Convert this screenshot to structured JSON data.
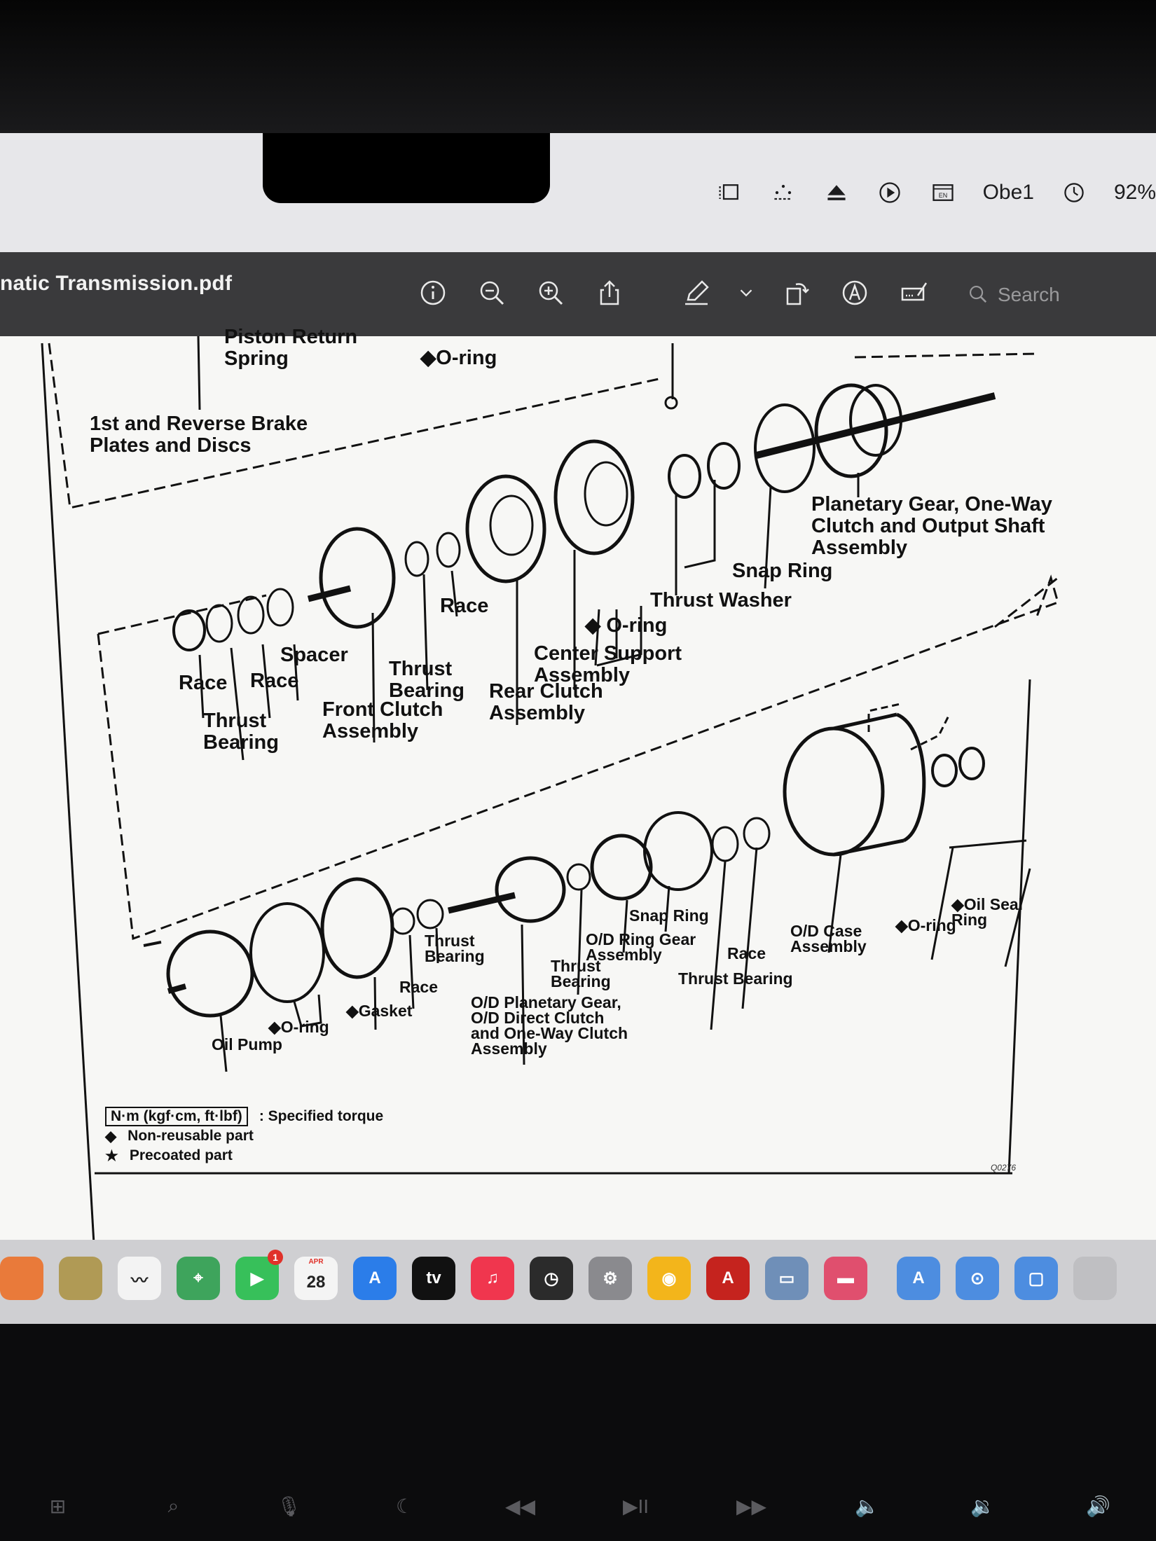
{
  "menubar": {
    "status_items": [
      {
        "icon": "window-layout-icon"
      },
      {
        "icon": "dots-control-icon"
      },
      {
        "icon": "eject-icon"
      },
      {
        "icon": "play-circle-icon"
      },
      {
        "icon": "keyboard-input-icon"
      }
    ],
    "user_name": "Obe1",
    "clock_icon": "time-machine-icon",
    "battery": "92%"
  },
  "window": {
    "title": "natic Transmission.pdf",
    "toolbar": [
      {
        "name": "info-button",
        "icon": "info-icon"
      },
      {
        "name": "zoom-out-button",
        "icon": "zoom-out-icon"
      },
      {
        "name": "zoom-in-button",
        "icon": "zoom-in-icon"
      },
      {
        "name": "share-button",
        "icon": "share-icon"
      },
      {
        "name": "markup-button",
        "icon": "pencil-icon"
      },
      {
        "name": "markup-menu-button",
        "icon": "chevron-down-icon"
      },
      {
        "name": "rotate-button",
        "icon": "rotate-icon"
      },
      {
        "name": "annotate-button",
        "icon": "annotate-icon"
      },
      {
        "name": "form-fill-button",
        "icon": "form-fill-icon"
      }
    ],
    "search_placeholder": "Search"
  },
  "diagram": {
    "labels": {
      "piston_return_spring": "Piston Return\nSpring",
      "oring_top": "◆O-ring",
      "brake_plates": "1st and Reverse Brake\nPlates and Discs",
      "planetary": "Planetary Gear, One-Way\nClutch and Output Shaft\nAssembly",
      "snap_ring_top": "Snap Ring",
      "thrust_washer": "Thrust Washer",
      "oring_mid": "◆ O-ring",
      "center_support": "Center Support\nAssembly",
      "race_mid": "Race",
      "thrust_bearing_mid": "Thrust\nBearing",
      "rear_clutch": "Rear Clutch\nAssembly",
      "spacer": "Spacer",
      "race_left1": "Race",
      "race_left2": "Race",
      "front_clutch": "Front Clutch\nAssembly",
      "thrust_bearing_left": "Thrust\nBearing",
      "oil_seal_ring": "◆Oil Seal\nRing",
      "oring_case": "◆O-ring",
      "od_case": "O/D Case\nAssembly",
      "snap_ring_bottom": "Snap Ring",
      "od_ring_gear": "O/D Ring Gear\nAssembly",
      "race_bottom_right": "Race",
      "thrust_bearing_bottom_right": "Thrust Bearing",
      "thrust_bearing_bottom": "Thrust\nBearing",
      "thrust_bearing_bottom2": "Thrust\nBearing",
      "od_planetary": "O/D Planetary Gear,\nO/D Direct Clutch\nand One-Way Clutch\nAssembly",
      "race_bottom": "Race",
      "gasket": "◆Gasket",
      "oring_pump": "◆O-ring",
      "oil_pump": "Oil Pump"
    },
    "legend": {
      "torque_box": "N·m (kgf·cm, ft·lbf)",
      "torque_desc": ": Specified torque",
      "nonreusable_symbol": "◆",
      "nonreusable": "Non-reusable part",
      "precoated_symbol": "★",
      "precoated": "Precoated part"
    },
    "page_code": "Q0276"
  },
  "dock": {
    "apps": [
      {
        "name": "photos",
        "color": "#e97a3a",
        "glyph": ""
      },
      {
        "name": "folder-app",
        "color": "#b09a55",
        "glyph": ""
      },
      {
        "name": "freeform",
        "color": "#f3f3f3",
        "glyph": "〰"
      },
      {
        "name": "maps",
        "color": "#3ea45c",
        "glyph": "⌖"
      },
      {
        "name": "facetime",
        "color": "#37c05a",
        "glyph": "▶",
        "badge": "1"
      },
      {
        "name": "calendar",
        "color": "#f4f4f4",
        "glyph": "28",
        "month": "APR"
      },
      {
        "name": "app-store",
        "color": "#2b7de9",
        "glyph": "A"
      },
      {
        "name": "tv",
        "color": "#111111",
        "glyph": "tv"
      },
      {
        "name": "music",
        "color": "#f0364e",
        "glyph": "♫"
      },
      {
        "name": "time-machine",
        "color": "#2b2b2b",
        "glyph": "◷"
      },
      {
        "name": "system-settings",
        "color": "#8a8a8e",
        "glyph": "⚙"
      },
      {
        "name": "chrome",
        "color": "#f3b51b",
        "glyph": "◉"
      },
      {
        "name": "acrobat",
        "color": "#c5231e",
        "glyph": "A"
      },
      {
        "name": "preview",
        "color": "#6f8fb8",
        "glyph": "▭"
      },
      {
        "name": "keynote",
        "color": "#e04f6e",
        "glyph": "▬"
      },
      {
        "name": "applications-folder",
        "color": "#4d8de0",
        "glyph": "A"
      },
      {
        "name": "downloads-folder",
        "color": "#4d8de0",
        "glyph": "⊙"
      },
      {
        "name": "documents-folder",
        "color": "#4d8de0",
        "glyph": "▢"
      },
      {
        "name": "trash",
        "color": "#bfbfc2",
        "glyph": ""
      }
    ]
  },
  "keyboard": {
    "keys": [
      "⊞",
      "⌕",
      "🎙",
      "☾",
      "◀◀",
      "▶II",
      "▶▶",
      "🔈",
      "🔉",
      "🔊"
    ]
  }
}
